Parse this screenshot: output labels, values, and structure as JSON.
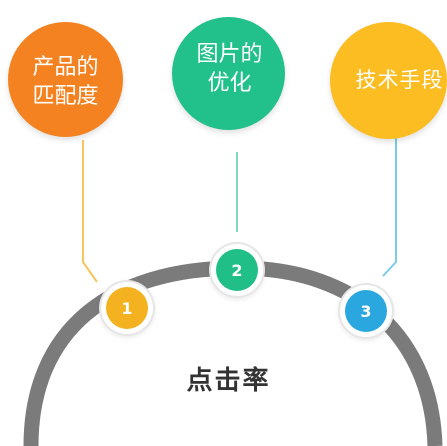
{
  "diagram": {
    "center_label": "点击率",
    "items": [
      {
        "number": "1",
        "label": "产品的\n匹配度",
        "color": "#f58220",
        "node_color": "#f5b220",
        "line_color": "#f5c75a"
      },
      {
        "number": "2",
        "label": "图片的\n优化",
        "color": "#22c08a",
        "node_color": "#1fbf87",
        "line_color": "#7fd9bb"
      },
      {
        "number": "3",
        "label": "技术手段",
        "color": "#fbbd22",
        "node_color": "#2aa7df",
        "line_color": "#7ccbe9"
      }
    ],
    "arc_color": "#7b7b7b"
  }
}
